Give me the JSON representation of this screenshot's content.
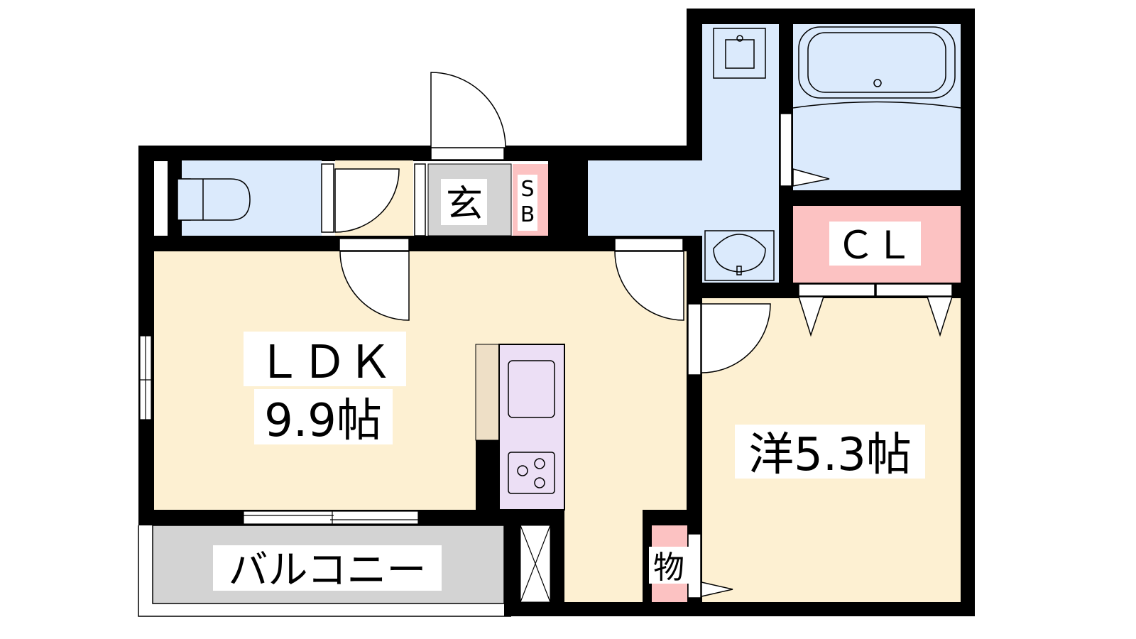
{
  "floor_plan": {
    "rooms": {
      "ldk_name": "ＬＤＫ",
      "ldk_size": "9.9帖",
      "western_room": "洋5.3帖",
      "entrance": "玄",
      "shoe_box_s": "S",
      "shoe_box_b": "B",
      "closet": "ＣＬ",
      "storage": "物",
      "balcony": "バルコニー"
    },
    "colors": {
      "room": "#fdf0d2",
      "wet_area": "#dbeafc",
      "storage": "#fcc2c2",
      "entrance": "#d3d3d3",
      "kitchen": "#ecdff5",
      "balcony": "#d3d3d3",
      "wall": "#000000"
    }
  }
}
